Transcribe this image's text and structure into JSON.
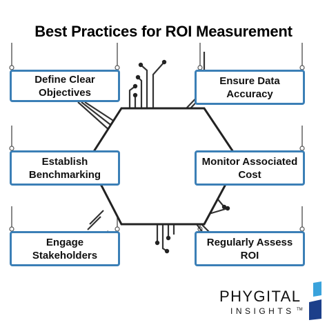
{
  "title": "Best Practices for ROI Measurement",
  "practices": [
    {
      "lines": [
        "Define Clear",
        "Objectives"
      ]
    },
    {
      "lines": [
        "Ensure Data",
        "Accuracy"
      ]
    },
    {
      "lines": [
        "Establish",
        "Benchmarking"
      ]
    },
    {
      "lines": [
        "Monitor Associated",
        "Cost"
      ]
    },
    {
      "lines": [
        "Engage",
        "Stakeholders"
      ]
    },
    {
      "lines": [
        "Regularly Assess",
        "ROI"
      ]
    }
  ],
  "logo": {
    "name": "PHYGITAL",
    "sub": "INSIGHTS",
    "tm": "TM",
    "colors": {
      "dark": "#1c3f8a",
      "light": "#3aa3dc"
    }
  },
  "colors": {
    "accent": "#3b7fb6",
    "line": "#333333",
    "text": "#111111",
    "wire": "#555555"
  }
}
